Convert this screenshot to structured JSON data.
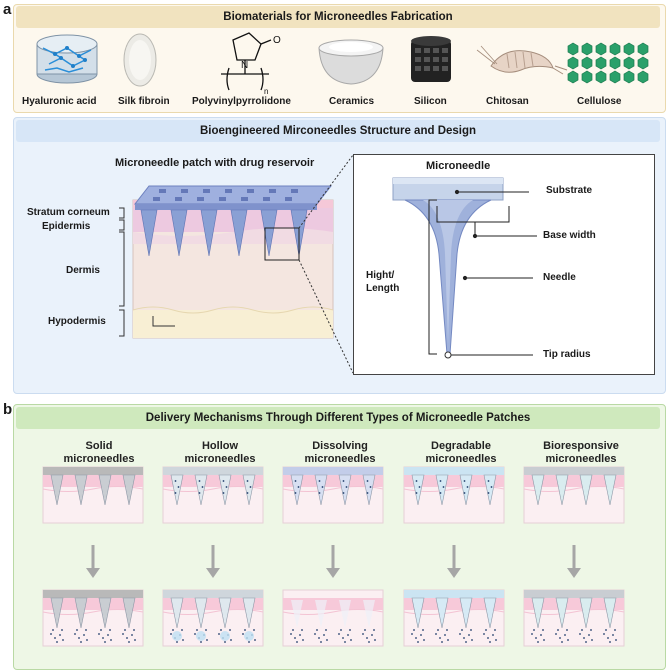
{
  "panel_a": {
    "letter": "a",
    "biomaterials": {
      "header": "Biomaterials for Microneedles Fabrication",
      "items": [
        {
          "label": "Hyaluronic acid",
          "icon": "hyaluronic-acid-icon"
        },
        {
          "label": "Silk fibroin",
          "icon": "silk-fibroin-icon"
        },
        {
          "label": "Polyvinylpyrrolidone",
          "icon": "pvp-structure-icon"
        },
        {
          "label": "Ceramics",
          "icon": "ceramics-bowl-icon"
        },
        {
          "label": "Silicon",
          "icon": "silicon-block-icon"
        },
        {
          "label": "Chitosan",
          "icon": "shrimp-icon"
        },
        {
          "label": "Cellulose",
          "icon": "cellulose-chain-icon"
        }
      ],
      "pvp_letters": {
        "o": "O",
        "n": "N",
        "sub": "n"
      }
    },
    "design": {
      "header": "Bioengineered Mirconeedles Structure and Design",
      "patch_title": "Microneedle patch with drug reservoir",
      "skin_layers": [
        "Stratum corneum",
        "Epidermis",
        "Dermis",
        "Hypodermis"
      ],
      "detail_title": "Microneedle",
      "detail_labels": {
        "substrate": "Substrate",
        "base_width": "Base width",
        "needle": "Needle",
        "height_line1": "Hight/",
        "height_line2": "Length",
        "tip_radius": "Tip radius"
      }
    }
  },
  "panel_b": {
    "letter": "b",
    "header": "Delivery Mechanisms Through Different Types of Microneedle Patches",
    "mechanisms": [
      {
        "line1": "Solid",
        "line2": "microneedles"
      },
      {
        "line1": "Hollow",
        "line2": "microneedles"
      },
      {
        "line1": "Dissolving",
        "line2": "microneedles"
      },
      {
        "line1": "Degradable",
        "line2": "microneedles"
      },
      {
        "line1": "Bioresponsive",
        "line2": "microneedles"
      }
    ]
  },
  "colors": {
    "section_bg": "#fdf8ee",
    "header_tan": "#f1e3bf",
    "design_bg": "#eaf2fb",
    "header_blue": "#d7e6f7",
    "panel_b_bg": "#eef7e6",
    "header_green": "#cfe9bd",
    "skin_pink": "#f7dfe4",
    "needle_blue": "#8aa0d4"
  }
}
